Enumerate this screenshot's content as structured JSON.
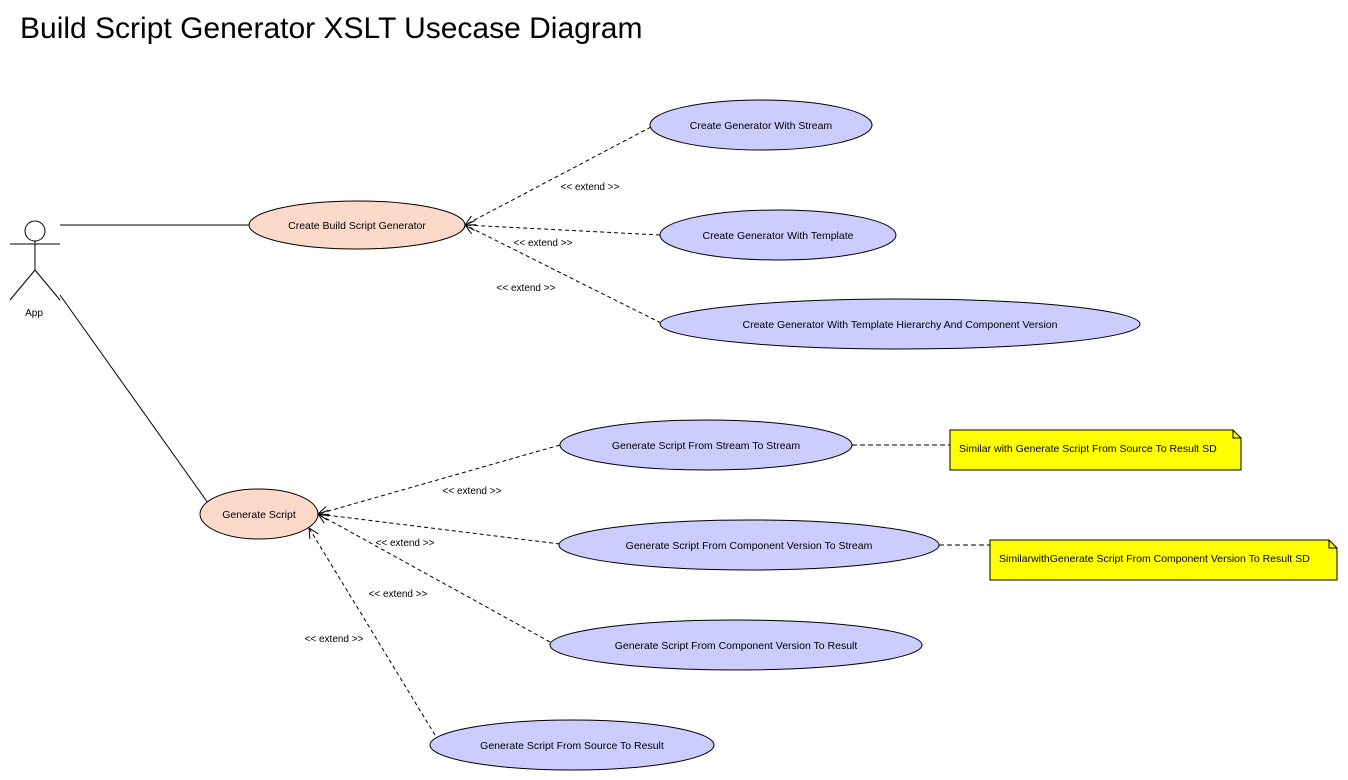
{
  "title": "Build Script Generator XSLT Usecase Diagram",
  "colors": {
    "primary_usecase_fill": "#fcd9c8",
    "secondary_usecase_fill": "#ccccff",
    "note_fill": "#ffff00",
    "stroke": "#000000"
  },
  "actor": {
    "label": "App"
  },
  "usecases": {
    "create_build_script_generator": "Create Build Script Generator",
    "generate_script": "Generate Script",
    "create_with_stream": "Create Generator With Stream",
    "create_with_template": "Create Generator With Template",
    "create_with_hierarchy": "Create Generator With Template Hierarchy And Component Version",
    "gen_stream_to_stream": "Generate Script From Stream To Stream",
    "gen_component_to_stream": "Generate Script From Component Version To Stream",
    "gen_component_to_result": "Generate Script From Component Version To Result",
    "gen_source_to_result": "Generate Script From Source To Result"
  },
  "extend_label": "<< extend >>",
  "notes": {
    "note_stream": "Similar with Generate Script From Source To Result SD",
    "note_component": "SimilarwithGenerate Script From Component Version To Result SD"
  }
}
